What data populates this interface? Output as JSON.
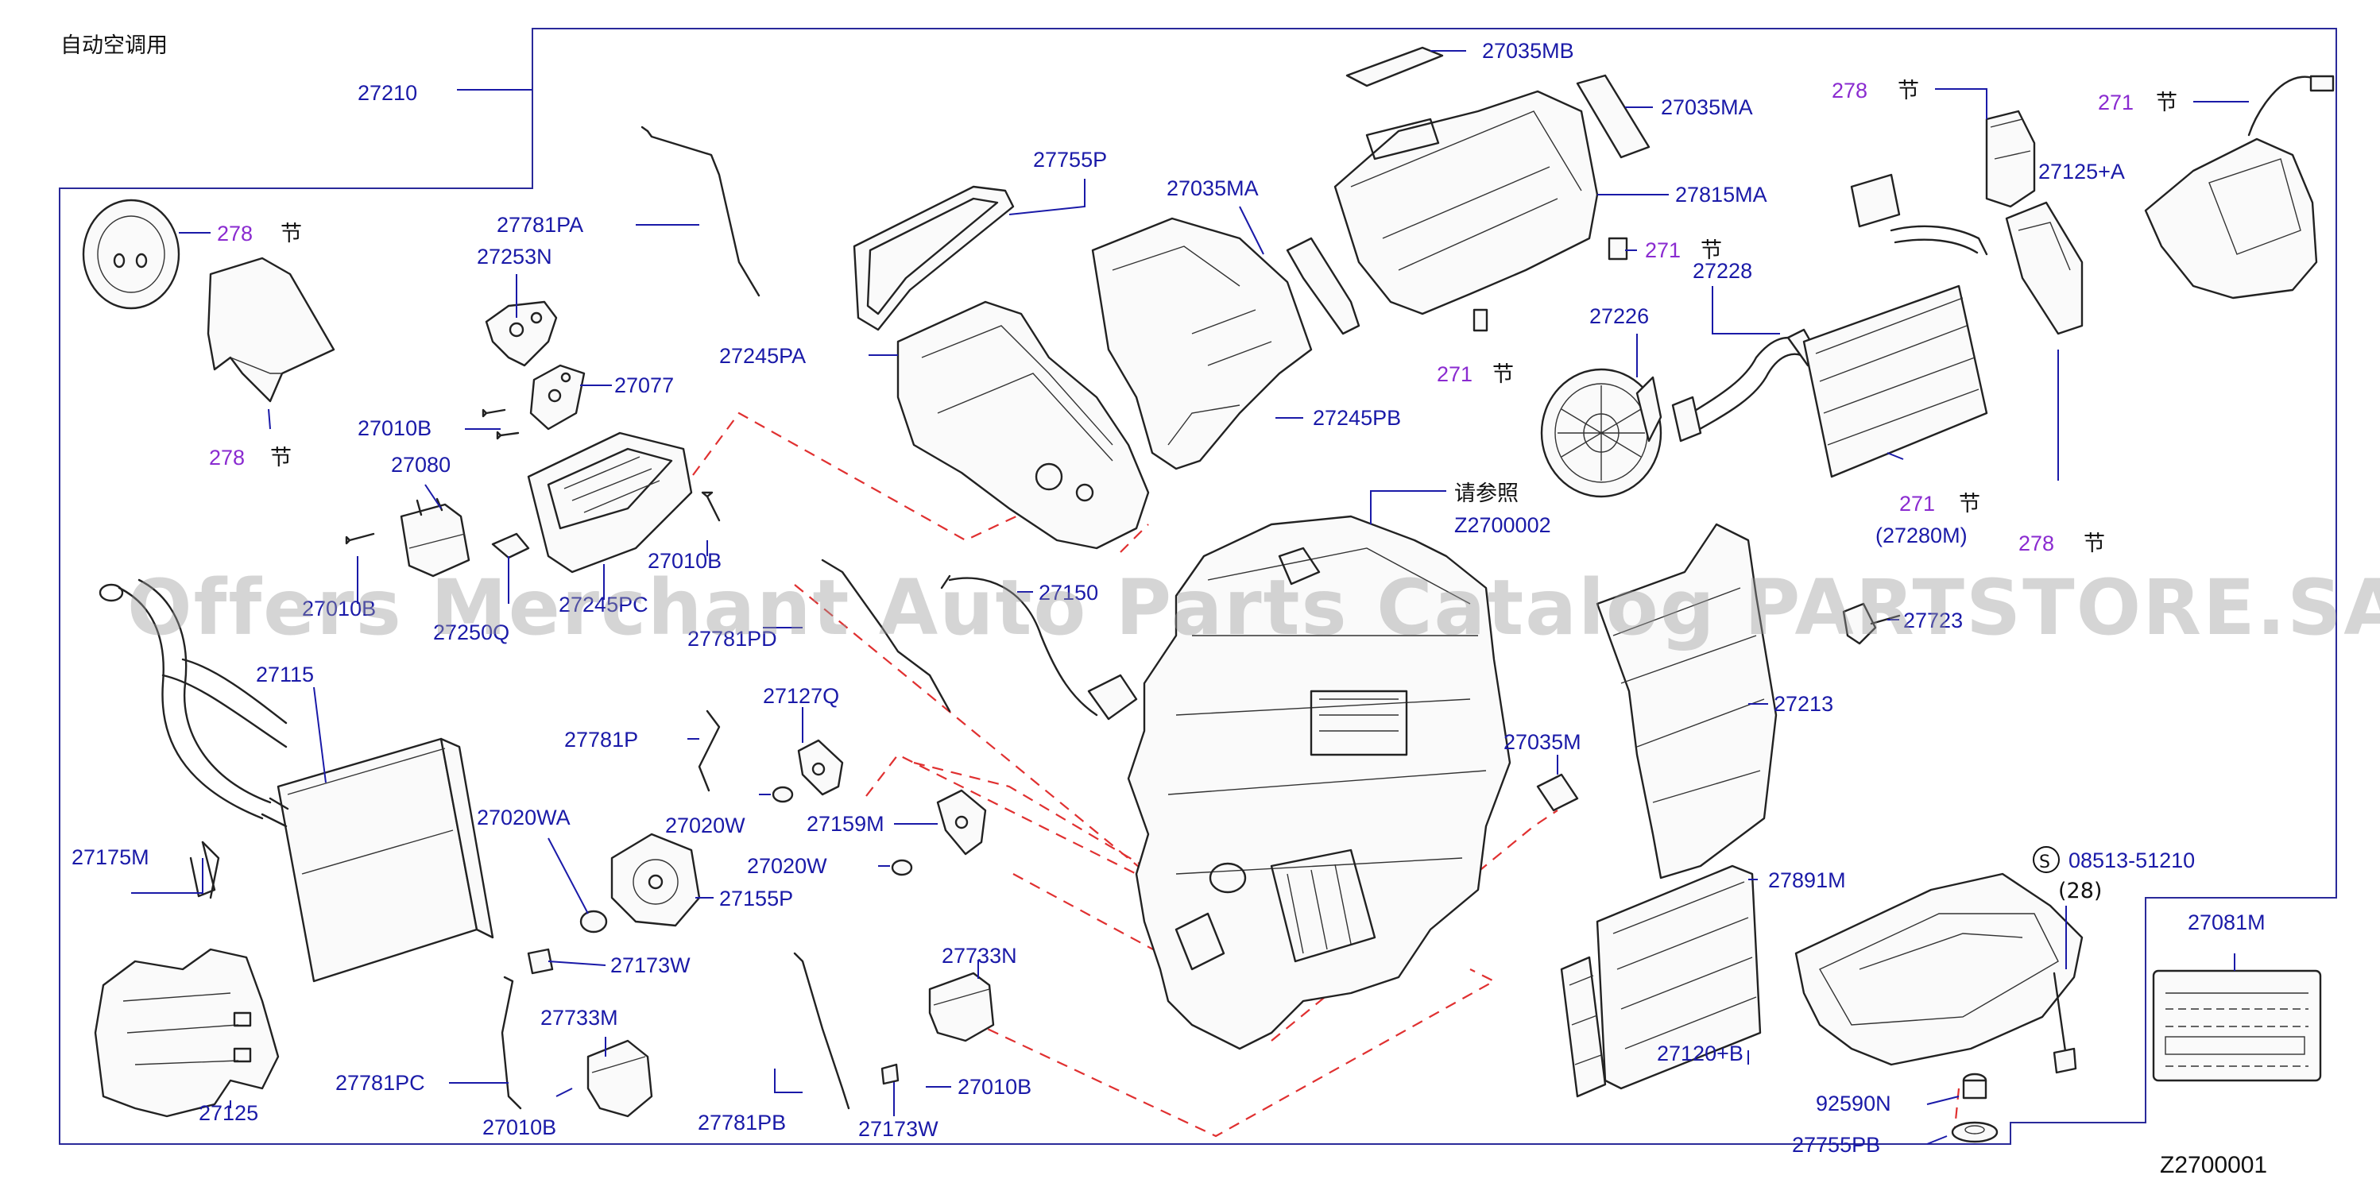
{
  "header": {
    "caption": "自动空调用",
    "diagram_code": "Z2700001"
  },
  "watermark": "Offers Merchant Auto Parts Catalog PARTSTORE.SA",
  "reference": {
    "text": "请参照",
    "code": "Z2700002"
  },
  "suffix_node": "节",
  "labels": {
    "p27210": "27210",
    "p278_a": "278",
    "p278_b": "278",
    "p27781PA": "27781PA",
    "p27253N": "27253N",
    "p27077": "27077",
    "p27010B_a": "27010B",
    "p27080": "27080",
    "p27010B_b": "27010B",
    "p27010B_c": "27010B",
    "p27245PC": "27245PC",
    "p27250Q": "27250Q",
    "p27755P": "27755P",
    "p27245PA": "27245PA",
    "p27035MA_a": "27035MA",
    "p27245PB": "27245PB",
    "p27035MB": "27035MB",
    "p27035MA_b": "27035MA",
    "p27815MA": "27815MA",
    "p271_a": "271",
    "p271_b": "271",
    "p27226": "27226",
    "p27228": "27228",
    "p278_c": "278",
    "p271_c": "271",
    "p27125A": "27125+A",
    "p271_d": "271",
    "p27280M": "(27280M)",
    "p278_d": "278",
    "p27150": "27150",
    "p27781PD": "27781PD",
    "p27723": "27723",
    "p27213": "27213",
    "p27115": "27115",
    "p27781P": "27781P",
    "p27127Q": "27127Q",
    "p27035M": "27035M",
    "p27020W_a": "27020W",
    "p27020WA": "27020WA",
    "p27159M": "27159M",
    "p27020W_b": "27020W",
    "p27155P": "27155P",
    "p27175M": "27175M",
    "p27891M": "27891M",
    "p08513": "08513-51210",
    "p08513_qty": "(28)",
    "s_mark": "S",
    "p27081M": "27081M",
    "p27173W_a": "27173W",
    "p27733N": "27733N",
    "p27733M": "27733M",
    "p27781PC": "27781PC",
    "p27010B_d": "27010B",
    "p27010B_e": "27010B",
    "p27781PB": "27781PB",
    "p27173W_b": "27173W",
    "p27120B": "27120+B",
    "p92590N": "92590N",
    "p27755PB": "27755PB",
    "p27125": "27125"
  }
}
